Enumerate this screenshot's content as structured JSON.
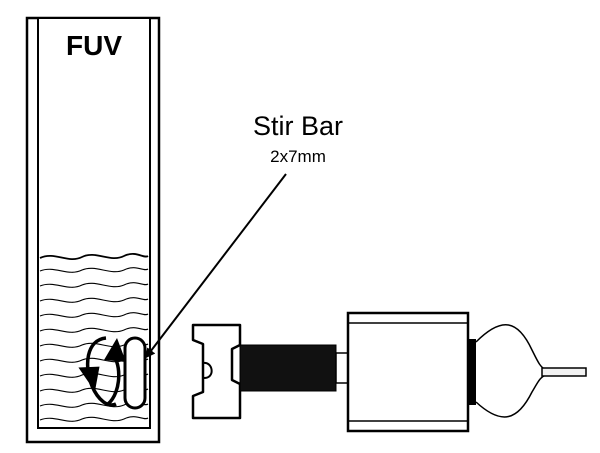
{
  "cuvette": {
    "label": "FUV"
  },
  "stir_bar": {
    "title": "Stir Bar",
    "size": "2x7mm"
  },
  "colors": {
    "line": "#000000",
    "background": "#ffffff",
    "motor_shaft": "#111111",
    "wire": "#f2f2f2"
  },
  "icons": [
    "cuvette",
    "liquid-waves",
    "rotation-arrows",
    "stir-bar",
    "pointer-arrow",
    "magnet-holder",
    "motor-shaft",
    "dc-motor",
    "wire-leads"
  ]
}
